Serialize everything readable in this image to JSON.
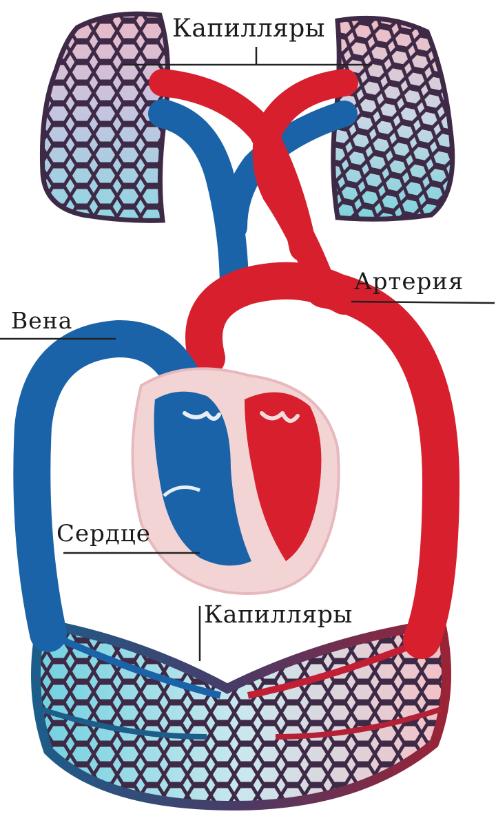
{
  "labels": {
    "capillaries_top": "Капилляры",
    "artery": "Артерия",
    "vein": "Вена",
    "heart": "Сердце",
    "capillaries_bottom": "Капилляры"
  },
  "colors": {
    "arterial": "#d81f2e",
    "venous": "#1b63a8",
    "heart_wall": "#f3d4d4",
    "mesh_outline": "#4a2340",
    "background": "#ffffff"
  }
}
